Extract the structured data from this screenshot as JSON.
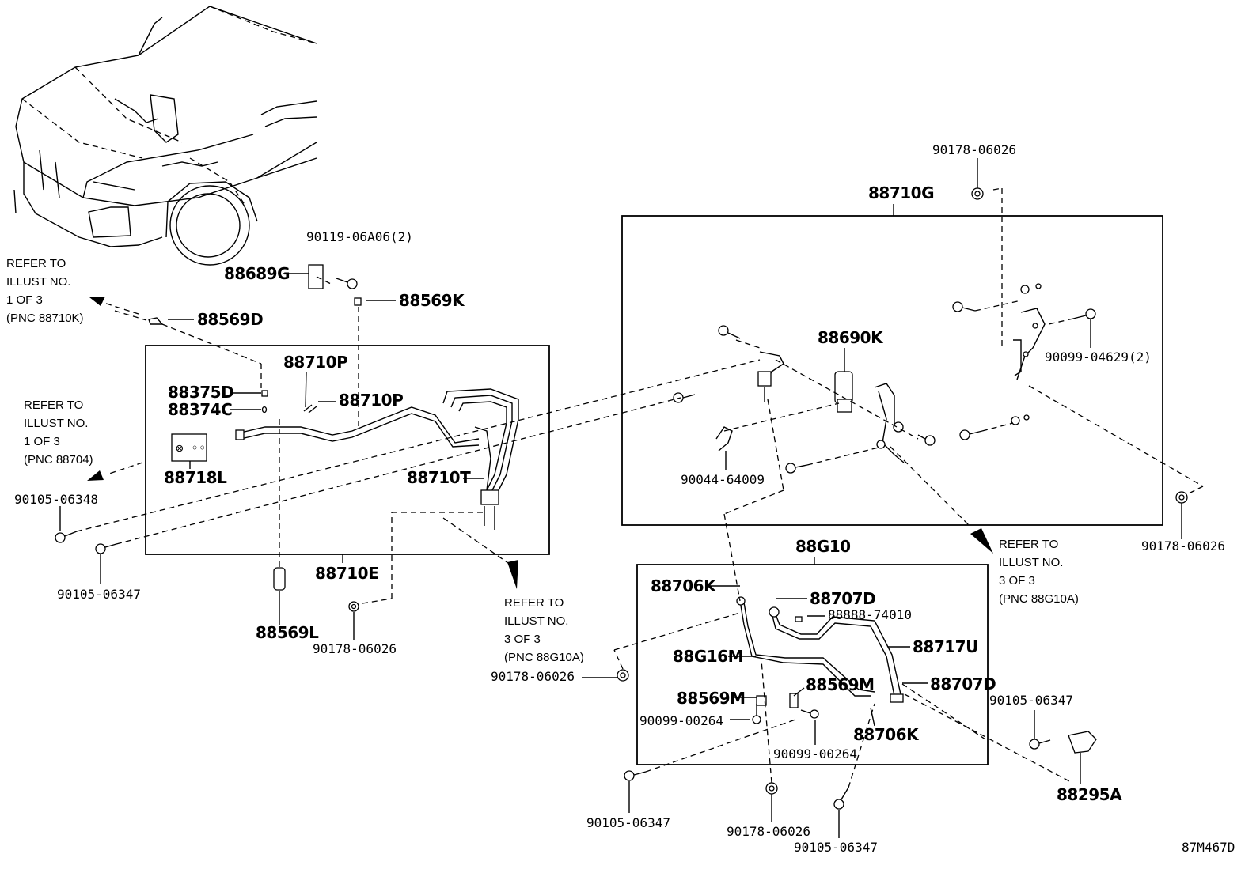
{
  "diagram": {
    "corner_code": "87M467D",
    "groups": {
      "upper_left": "88710E",
      "upper_right": "88710G",
      "lower_right": "88G10"
    },
    "part_labels": {
      "p_88689G": "88689G",
      "p_90119": "90119-06A06(2)",
      "p_88569K": "88569K",
      "p_88569D": "88569D",
      "p_88710P_a": "88710P",
      "p_88710P_b": "88710P",
      "p_88375D": "88375D",
      "p_88374C": "88374C",
      "p_88718L": "88718L",
      "p_88710T": "88710T",
      "p_90105_06348": "90105-06348",
      "p_90105_06347_a": "90105-06347",
      "p_88569L": "88569L",
      "p_90178_06026_a": "90178-06026",
      "p_90178_06026_top": "90178-06026",
      "p_88690K": "88690K",
      "p_90099_04629": "90099-04629(2)",
      "p_90044_64009": "90044-64009",
      "p_90178_06026_right": "90178-06026",
      "p_88706K_a": "88706K",
      "p_88707D_a": "88707D",
      "p_88888_74010": "88888-74010",
      "p_88717U": "88717U",
      "p_88G16M": "88G16M",
      "p_88707D_b": "88707D",
      "p_88569M_a": "88569M",
      "p_88569M_b": "88569M",
      "p_90099_00264_a": "90099-00264",
      "p_90099_00264_b": "90099-00264",
      "p_88706K_b": "88706K",
      "p_90178_06026_mid": "90178-06026",
      "p_90105_06347_b": "90105-06347",
      "p_90105_06347_c": "90105-06347",
      "p_90178_06026_bottom": "90178-06026",
      "p_90105_06347_d": "90105-06347",
      "p_88295A": "88295A"
    },
    "references": {
      "r1": [
        "REFER TO",
        "ILLUST NO.",
        "1 OF 3",
        "(PNC 88710K)"
      ],
      "r2": [
        "REFER TO",
        "ILLUST NO.",
        "1 OF 3",
        "(PNC 88704)"
      ],
      "r3": [
        "REFER TO",
        "ILLUST NO.",
        "3 OF 3",
        "(PNC 88G10A)"
      ],
      "r4": [
        "REFER TO",
        "ILLUST NO.",
        "3 OF 3",
        "(PNC 88G10A)"
      ]
    }
  }
}
